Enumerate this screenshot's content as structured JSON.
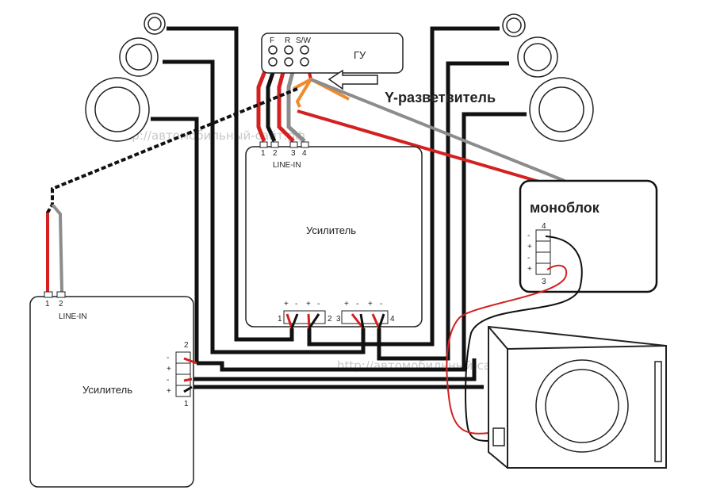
{
  "head_unit": {
    "title": "ГУ",
    "rca_labels": [
      "F",
      "R",
      "S/W"
    ]
  },
  "y_splitter": {
    "label": "Y-разветвитель"
  },
  "monoblock": {
    "label": "моноблок",
    "pin_top": "4",
    "pin_bottom": "3",
    "polarity": [
      "-",
      "+",
      "-",
      "+"
    ]
  },
  "amp_main": {
    "label": "Усилитель",
    "line_in": "LINE-IN",
    "inputs": [
      "1",
      "2",
      "3",
      "4"
    ],
    "terminal_signs": [
      "+",
      "-",
      "+",
      "-"
    ],
    "ch_labels": [
      "1",
      "2",
      "3",
      "4"
    ]
  },
  "amp_left": {
    "label": "Усилитель",
    "line_in": "LINE-IN",
    "inputs": [
      "1",
      "2"
    ],
    "pin_top": "2",
    "pin_bottom": "1",
    "polarity": [
      "-",
      "+",
      "-",
      "+"
    ]
  },
  "watermark": "http://автомобильный-сайт.рф",
  "colors": {
    "black": "#111111",
    "red": "#d42020",
    "gray": "#8c8c8c",
    "orange": "#f08a2c"
  }
}
